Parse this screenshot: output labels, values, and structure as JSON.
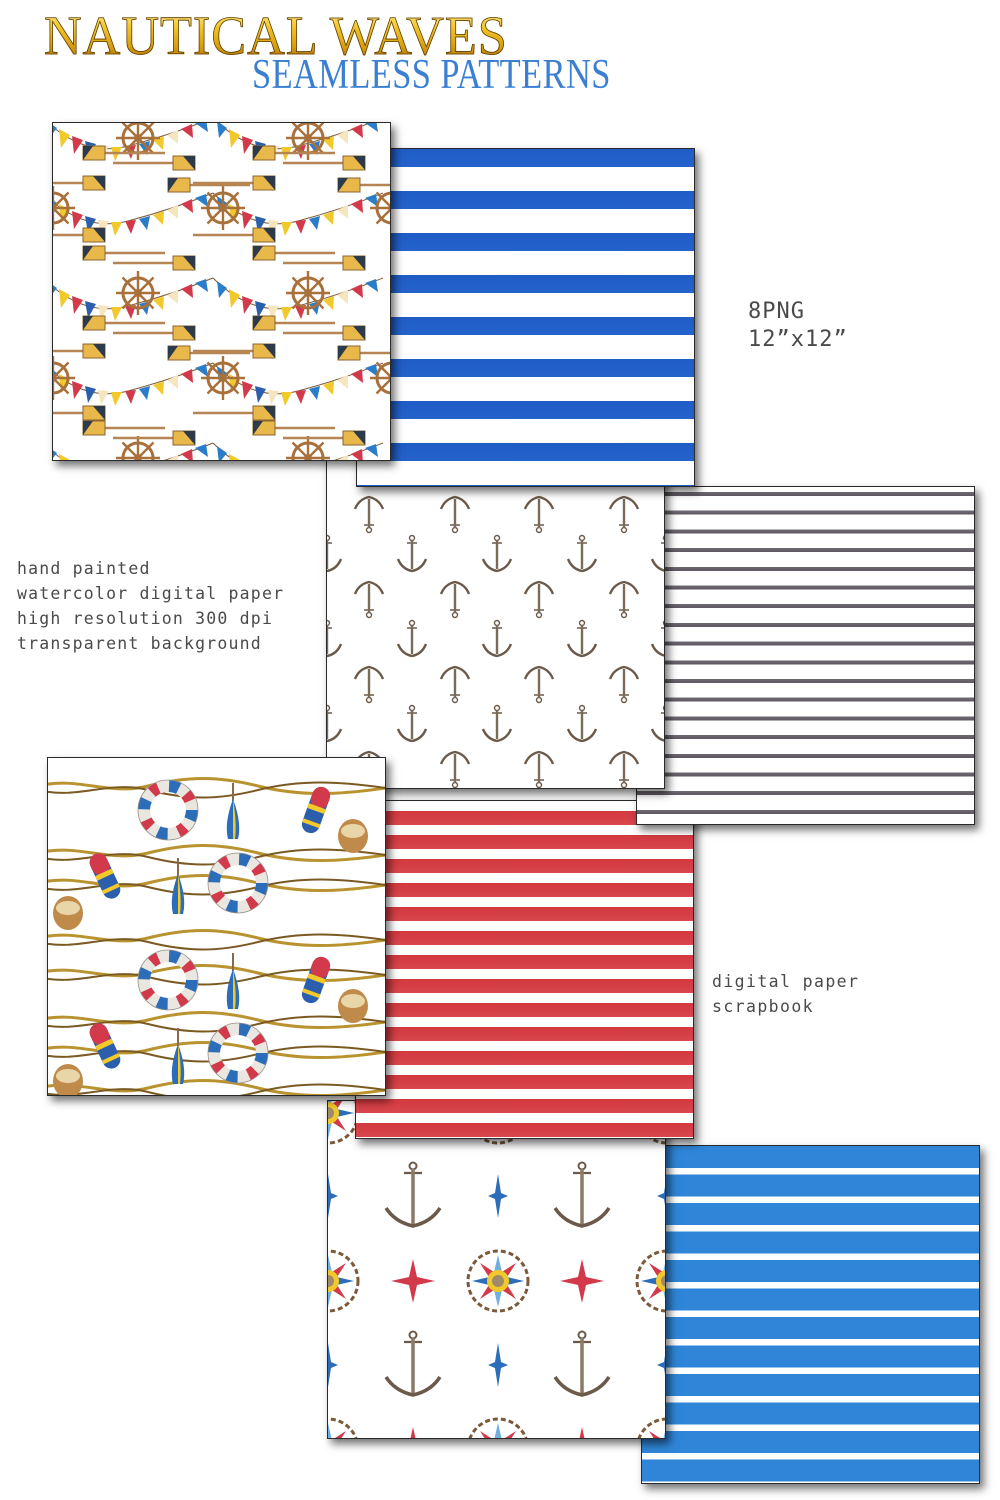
{
  "header": {
    "title": "NAUTICAL WAVES",
    "subtitle": "SEAMLESS PATTERNS",
    "title_color": "#e0b21a",
    "subtitle_color": "#3a7fd2"
  },
  "notes": {
    "format": "8PNG\n12”x12”",
    "features": "hand painted\nwatercolor digital paper\nhigh resolution 300 dpi\ntransparent background",
    "usage": "digital paper\nscrapbook"
  },
  "papers": [
    {
      "name": "flags-oars-helm",
      "motifs": [
        "bunting-flags",
        "oars",
        "ship-wheel"
      ],
      "background": "#ffffff"
    },
    {
      "name": "wide-blue-stripes",
      "stripe_color": "#1f5cc6",
      "background": "#ffffff"
    },
    {
      "name": "anchors",
      "motifs": [
        "anchor"
      ],
      "background": "#ffffff"
    },
    {
      "name": "thin-grey-stripes",
      "stripe_color": "#6e6872",
      "background": "#ffffff"
    },
    {
      "name": "buoys-lifebuoys-ropes",
      "motifs": [
        "lobster-buoy",
        "life-ring",
        "oar-buoy",
        "rope"
      ],
      "background": "#ffffff"
    },
    {
      "name": "red-stripes",
      "stripe_color": "#d2383f",
      "background": "#ffffff"
    },
    {
      "name": "anchors-compass-stars",
      "motifs": [
        "anchor",
        "compass-rose",
        "red-star",
        "blue-star"
      ],
      "background": "#ffffff"
    },
    {
      "name": "sky-blue-stripes",
      "stripe_color": "#2f86d8",
      "background": "#ffffff"
    }
  ]
}
